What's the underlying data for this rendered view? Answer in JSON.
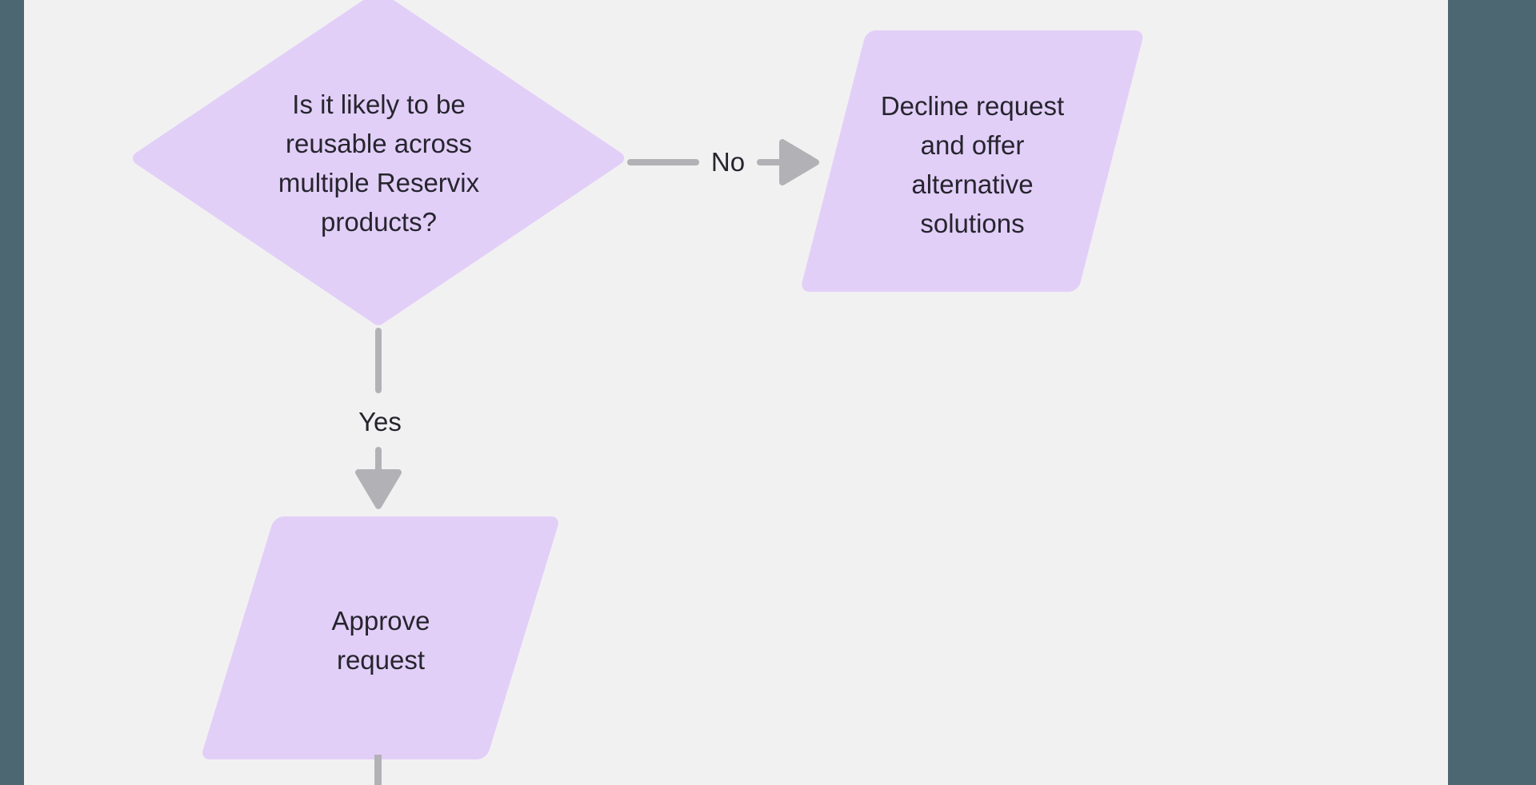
{
  "palette": {
    "background": "#f2f1f2",
    "side_panels": "#4c6771",
    "node_fill": "#e2cff8",
    "connector": "#b2b1b5",
    "text": "#26252e"
  },
  "diagram": {
    "decision": {
      "label": "Is it likely to be reusable across multiple Reservix products?",
      "lines": [
        "Is it likely to be",
        "reusable across",
        "multiple Reservix",
        "products?"
      ]
    },
    "no_branch": {
      "label": "No",
      "target": {
        "label": "Decline request and offer alternative solutions",
        "lines": [
          "Decline request",
          "and offer",
          "alternative",
          "solutions"
        ]
      }
    },
    "yes_branch": {
      "label": "Yes",
      "target": {
        "label": "Approve request",
        "lines": [
          "Approve",
          "request"
        ]
      }
    }
  }
}
